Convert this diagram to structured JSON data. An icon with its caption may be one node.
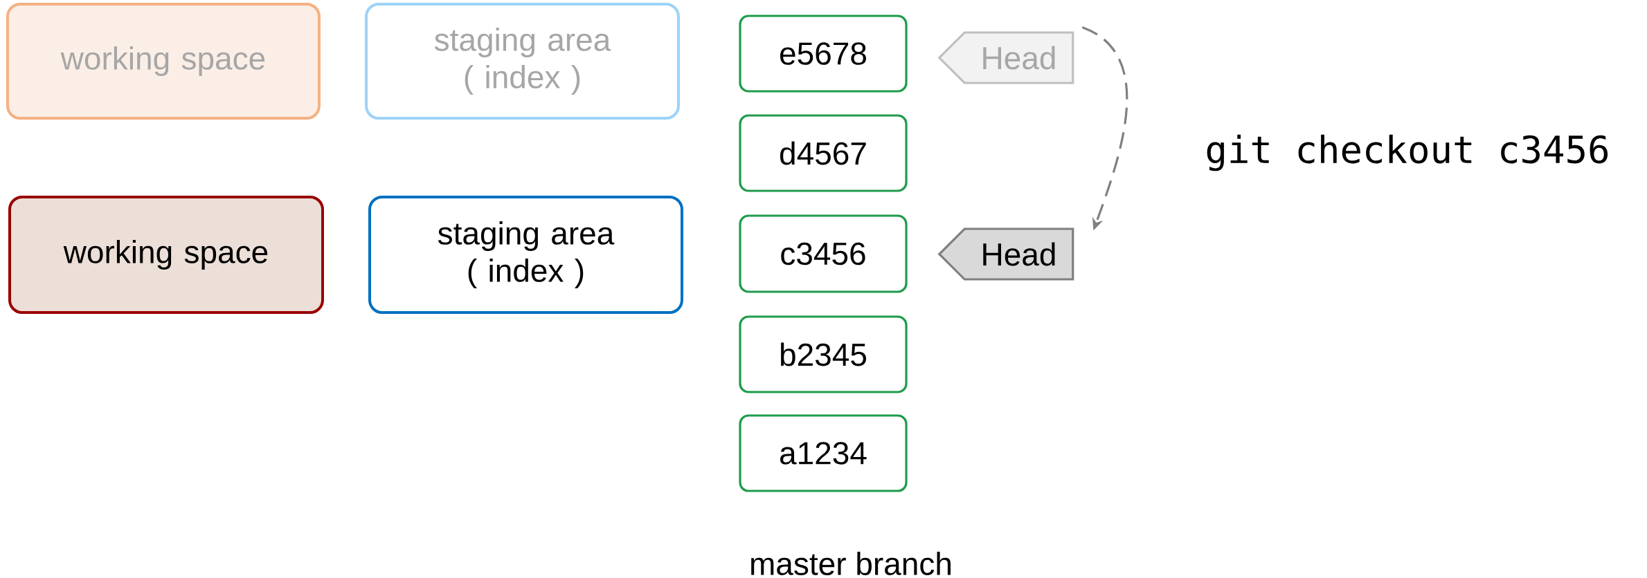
{
  "diagram": {
    "nodes": [
      {
        "text": [
          "working space"
        ]
      },
      {
        "text": [
          "staging area ( index )"
        ]
      },
      {
        "text": [
          "working space"
        ]
      },
      {
        "text": [
          "staging area ( index )"
        ]
      },
      {
        "text": [
          "e5678"
        ]
      },
      {
        "text": [
          "d4567"
        ]
      },
      {
        "text": [
          "c3456"
        ]
      },
      {
        "text": [
          "b2345"
        ]
      },
      {
        "text": [
          "a1234"
        ]
      },
      {
        "text": [
          "Head"
        ]
      },
      {
        "text": [
          "Head"
        ]
      }
    ],
    "edges": [
      {
        "from": 9,
        "to": 10,
        "arrow": "to",
        "style": "dashed",
        "label": "git checkout c3456"
      }
    ],
    "labels": [
      "master branch"
    ]
  }
}
